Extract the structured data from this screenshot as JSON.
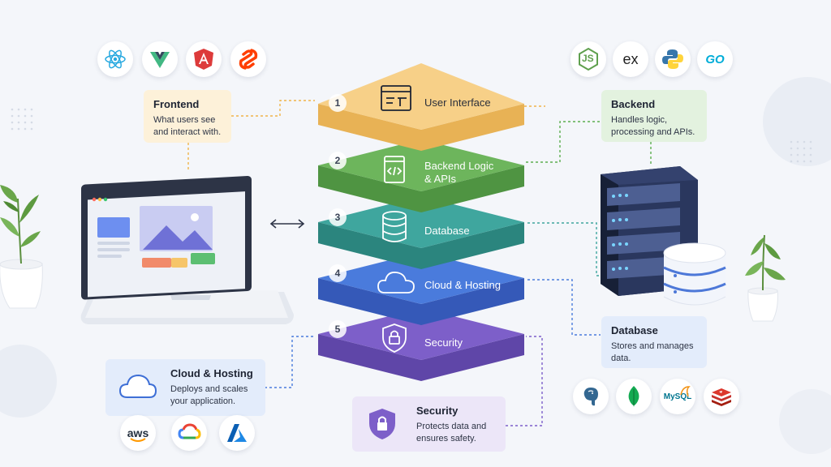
{
  "layers": [
    {
      "number": "1",
      "label": "User Interface",
      "color": "#f5cd78",
      "icon": "browser-window-icon"
    },
    {
      "number": "2",
      "label": "Backend Logic & APIs",
      "color": "#6db55c",
      "icon": "code-file-icon"
    },
    {
      "number": "3",
      "label": "Database",
      "color": "#3fa69e",
      "icon": "database-icon"
    },
    {
      "number": "4",
      "label": "Cloud & Hosting",
      "color": "#4a7bdc",
      "icon": "cloud-icon"
    },
    {
      "number": "5",
      "label": "Security",
      "color": "#7d5fc9",
      "icon": "shield-lock-icon"
    }
  ],
  "cards": {
    "frontend": {
      "title": "Frontend",
      "description": "What users see and interact with."
    },
    "backend": {
      "title": "Backend",
      "description": "Handles logic, processing and APIs."
    },
    "database": {
      "title": "Database",
      "description": "Stores and manages data."
    },
    "cloud": {
      "title": "Cloud & Hosting",
      "description": "Deploys and scales your application."
    },
    "security": {
      "title": "Security",
      "description": "Protects data and ensures safety."
    }
  },
  "frontend_logos": [
    "react-logo-icon",
    "vue-logo-icon",
    "angular-logo-icon",
    "svelte-logo-icon"
  ],
  "backend_logos": {
    "nodejs": "JS",
    "express": "ex",
    "python": "python-logo-icon",
    "go": "GO"
  },
  "database_logos": {
    "postgresql": "postgresql-logo-icon",
    "mongodb": "mongodb-logo-icon",
    "mysql": "MySQL",
    "redis": "redis-logo-icon"
  },
  "cloud_logos": {
    "aws": "aws",
    "gcp": "google-cloud-logo-icon",
    "azure": "azure-logo-icon"
  },
  "colors": {
    "frontend_card": "#fdf1d9",
    "backend_card": "#e3f2df",
    "database_card": "#e3ecfb",
    "cloud_card": "#e3ecfb",
    "security_card": "#ece6f8"
  }
}
